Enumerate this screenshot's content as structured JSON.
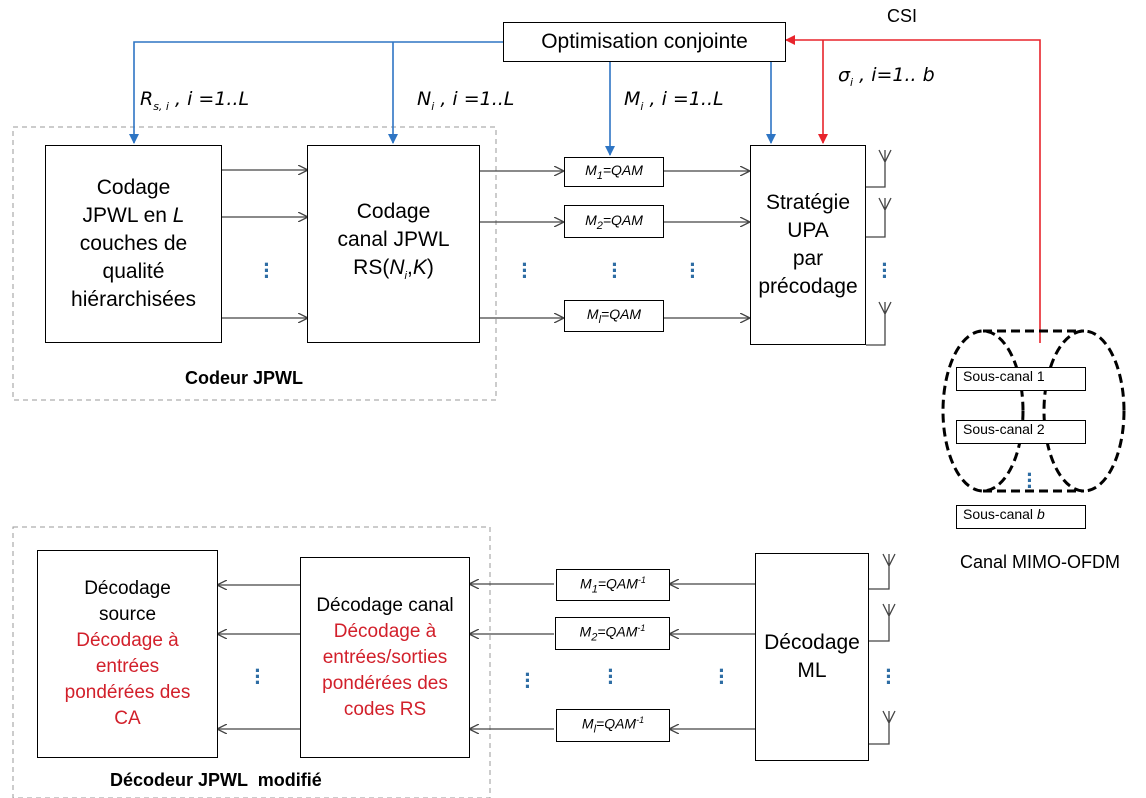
{
  "optimisation": {
    "label": "Optimisation conjointe"
  },
  "csi": {
    "label": "CSI"
  },
  "params": {
    "rs": {
      "var": "R",
      "sub": "s, i",
      "rest": " , i =1..L"
    },
    "ni": {
      "var": "N",
      "sub": "i",
      "rest": " , i =1..L"
    },
    "mi": {
      "var": "M",
      "sub": "i",
      "rest": " , i =1..L"
    },
    "sigma": {
      "var": "σ",
      "sub": "i",
      "rest": " , i=1.. b"
    }
  },
  "encoder": {
    "caption": "Codeur JPWL",
    "source_coding": {
      "l1": "Codage",
      "l2a": "JPWL en ",
      "l2b": "L",
      "l3": "couches de",
      "l4": "qualité",
      "l5": "hiérarchisées"
    },
    "channel_coding": {
      "l1": "Codage",
      "l2": "canal JPWL",
      "l3a": "RS(",
      "l3b": "N",
      "l3c": "i",
      "l3d": ",",
      "l3e": "K",
      "l3f": ")"
    },
    "qam": [
      {
        "a": "M",
        "sub": "1",
        "b": "=QAM"
      },
      {
        "a": "M",
        "sub": "2",
        "b": "=QAM"
      },
      {
        "a": "M",
        "sub": "l",
        "b": "=QAM"
      }
    ],
    "upa": {
      "l1": "Stratégie",
      "l2": "UPA",
      "l3": "par",
      "l4": "précodage"
    }
  },
  "channel": {
    "caption": "Canal MIMO-OFDM",
    "subchannels": [
      {
        "a": "Sous-canal 1",
        "b": ""
      },
      {
        "a": "Sous-canal 2",
        "b": ""
      },
      {
        "a": "Sous-canal ",
        "b": "b"
      }
    ]
  },
  "decoder": {
    "caption": "Décodeur JPWL  modifié",
    "source_decoding": {
      "l1": "Décodage",
      "l2": "source",
      "r1": "Décodage à",
      "r2": "entrées",
      "r3": "pondérées des",
      "r4": "CA"
    },
    "channel_decoding": {
      "l1": "Décodage canal",
      "r1": "Décodage à",
      "r2": "entrées/sorties",
      "r3": "pondérées des",
      "r4": "codes RS"
    },
    "qam_inv": [
      {
        "a": "M",
        "sub": "1",
        "b": "=QAM",
        "sup": "-1"
      },
      {
        "a": "M",
        "sub": "2",
        "b": "=QAM",
        "sup": "-1"
      },
      {
        "a": "M",
        "sub": "l",
        "b": "=QAM",
        "sup": "-1"
      }
    ],
    "ml": {
      "l1": "Décodage",
      "l2": "ML"
    }
  },
  "colors": {
    "blue": "#2e75c4",
    "red": "#e8242c",
    "text_red": "#d2202b",
    "wire": "#444444"
  }
}
